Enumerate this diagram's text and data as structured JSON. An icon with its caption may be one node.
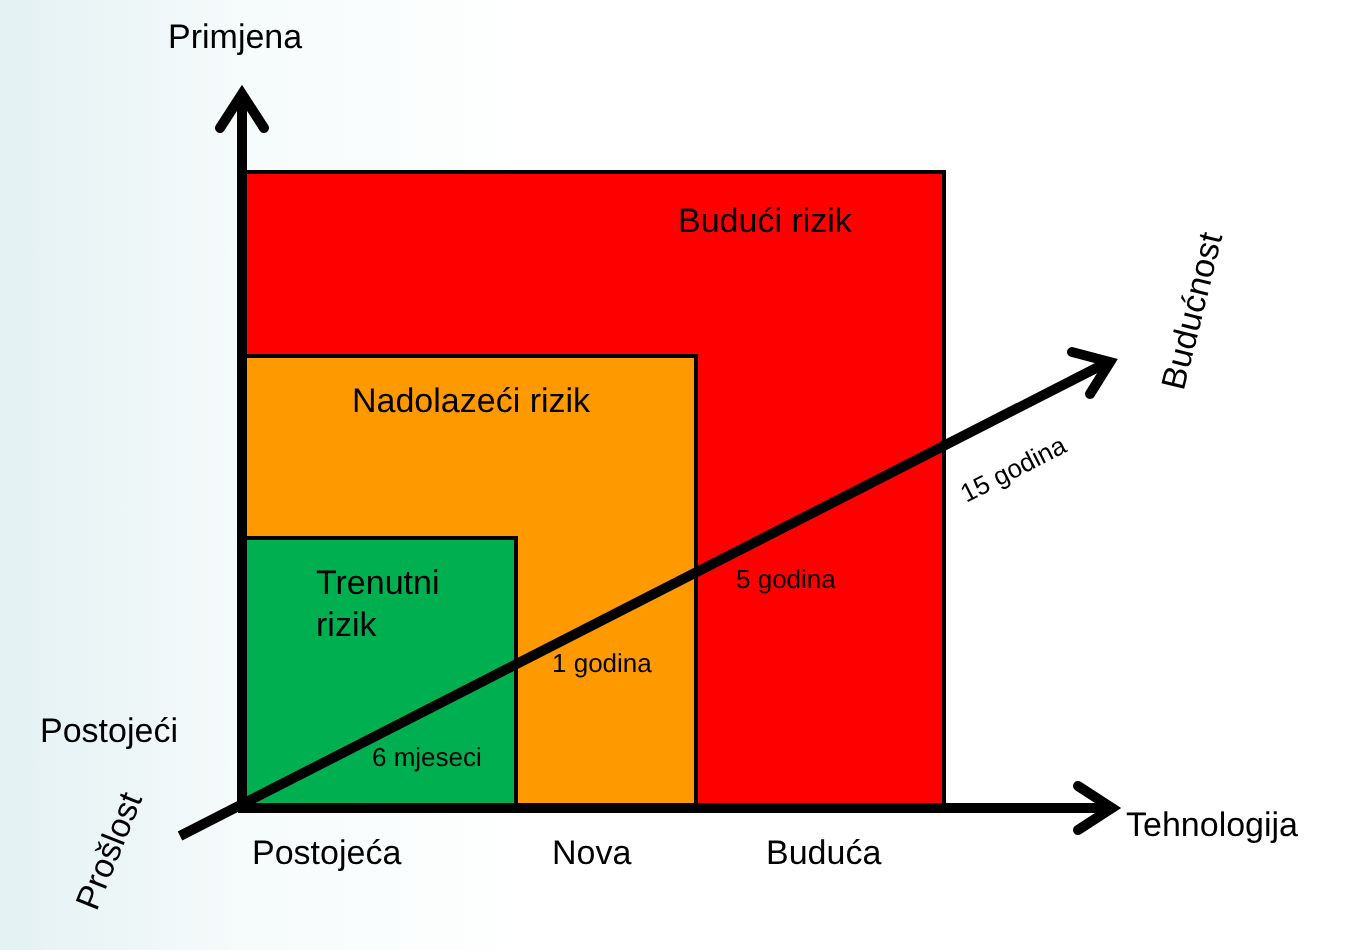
{
  "diagram": {
    "nodes": [
      {
        "text": [
          "Budući rizik"
        ]
      },
      {
        "text": [
          "Nadolazeći rizik"
        ],
        "in": 0
      },
      {
        "text": [
          "Trenutni rizik"
        ],
        "in": 1
      }
    ],
    "labels": [
      "Primjena",
      "Postojeći",
      "Tehnologija",
      "Postojeća",
      "Nova",
      "Buduća",
      "Prošlost",
      "Budućnost",
      "6 mjeseci",
      "1 godina",
      "5 godina",
      "15 godina"
    ]
  }
}
